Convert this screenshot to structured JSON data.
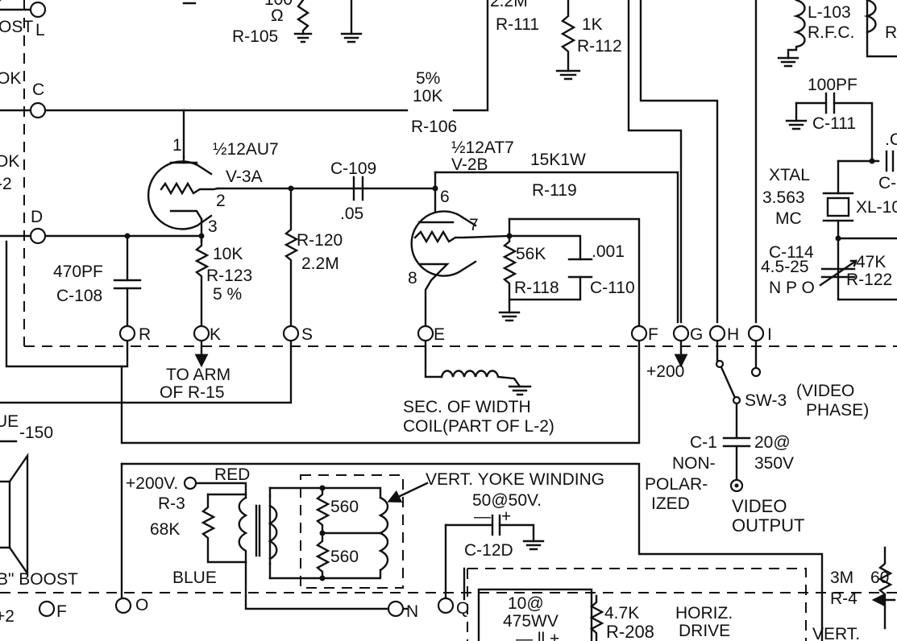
{
  "labels": {
    "boost_top": "OST",
    "ok_left": "OK",
    "ok_k_left": "OK",
    "minus2_left": "-2",
    "ohm_100": "100",
    "ohm_sym": "Ω",
    "r105": "R-105",
    "r111_val": "2.2M",
    "r111": "R-111",
    "r112_val": "1K",
    "r112": "R-112",
    "l103": "L-103",
    "rfc": "R.F.C.",
    "r_top_right": "R",
    "c111_val": "100PF",
    "c111": "C-111",
    "r106_tol": "5%",
    "r106_val": "10K",
    "r106": "R-106",
    "v3a_half": "½12AU7",
    "v3a": "V-3A",
    "v2b_half": "½12AT7",
    "v2b": "V-2B",
    "r119_val": "15K1W",
    "r119": "R-119",
    "c109": "C-109",
    "c109_val": ".05",
    "xtal": "XTAL",
    "xtal_freq": "3.563",
    "xtal_mc": "MC",
    "xl10": "XL-10",
    "c_right": "C-",
    "c_right2": ".C",
    "c114": "C-114",
    "c114_val": "4.5-25",
    "npo": "N P O",
    "r122_val": "47K",
    "r122": "R-122",
    "pin1": "1",
    "pin2": "2",
    "pin3": "3",
    "pin6": "6",
    "pin7": "7",
    "pin8": "8",
    "c108_val": "470PF",
    "c108": "C-108",
    "r123_val": "10K",
    "r123": "R-123",
    "r123_tol": "5 %",
    "r120": "R-120",
    "r120_val": "2.2M",
    "r118_val": "56K",
    "r118": "R-118",
    "c110_val": ".001",
    "c110": "C-110",
    "term_c": "C",
    "term_d": "D",
    "term_l": "L",
    "term_r": "R",
    "term_k": "K",
    "term_s": "S",
    "term_e": "E",
    "term_f": "F",
    "term_g": "G",
    "term_h": "H",
    "term_i": "I",
    "to_arm": "TO ARM",
    "of_r15": "OF R-15",
    "sec_width": "SEC. OF WIDTH",
    "coil_l2": "COIL(PART OF L-2)",
    "plus200": "+200",
    "sw3": "SW-3",
    "video_phase1": "(VIDEO",
    "video_phase2": "PHASE)",
    "c1": "C-1",
    "c1_val": "20@",
    "c1_volt": "350V",
    "non": "NON-",
    "polar": "POLAR-",
    "ized": "IZED",
    "video": "VIDEO",
    "output": "OUTPUT",
    "minus150": "-150",
    "ue_left": "UE",
    "plus200v": "+200V.",
    "red": "RED",
    "r3": "R-3",
    "r3_val": "68K",
    "blue": "BLUE",
    "r560a": "560",
    "r560b": "560",
    "vert_yoke": "VERT. YOKE WINDING",
    "c12d_val": "50@50V.",
    "c12d": "C-12D",
    "minus": "—",
    "plus": "+",
    "b_boost": "B\" BOOST",
    "term_o": "O",
    "term_n": "N",
    "term_q": "Q",
    "term_f2": "F",
    "plus2": "+2",
    "c_bottom_val": "10@",
    "c_bottom_v": "475WV",
    "c_bottom_pm": "— ll +",
    "r208_val": "4.7K",
    "r208": "R-208",
    "horiz": "HORIZ.",
    "drive": "DRIVE",
    "r4_val": "3M",
    "r4": "R-4",
    "r4_num": "60",
    "vert": "VERT."
  }
}
